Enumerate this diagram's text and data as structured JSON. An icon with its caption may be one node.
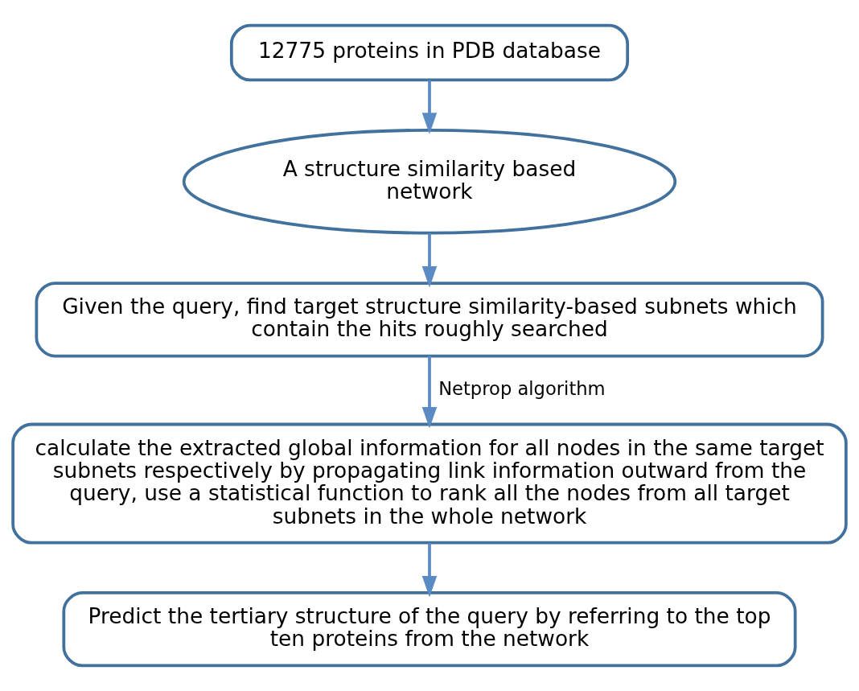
{
  "diagram": {
    "nodes": [
      {
        "text": [
          "12775 proteins in PDB database"
        ]
      },
      {
        "text": [
          "A structure similarity based network"
        ]
      },
      {
        "text": [
          "Given the query, find target structure similarity-based subnets which contain the hits roughly searched"
        ]
      },
      {
        "text": [
          "calculate the extracted global information for all nodes in the same target subnets respectively by propagating link information outward from the query, use a statistical function to rank all the nodes from all target subnets in the whole network"
        ]
      },
      {
        "text": [
          "Predict the tertiary structure of the query by referring to the top ten proteins from the network"
        ]
      }
    ],
    "edges": [
      {
        "from": 0,
        "to": 1,
        "arrow": "to"
      },
      {
        "from": 1,
        "to": 2,
        "arrow": "to"
      },
      {
        "from": 2,
        "to": 3,
        "arrow": "to",
        "label": "Netprop algorithm"
      },
      {
        "from": 3,
        "to": 4,
        "arrow": "to"
      }
    ]
  }
}
